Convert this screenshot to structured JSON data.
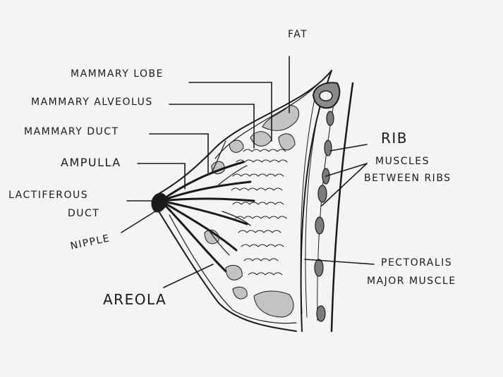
{
  "labels": {
    "fat": "FAT",
    "mammary_lobe": "MAMMARY LOBE",
    "mammary_alveolus": "MAMMARY ALVEOLUS",
    "mammary_duct": "MAMMARY DUCT",
    "ampulla": "AMPULLA",
    "lactiferous_line1": "LACTIFEROUS",
    "lactiferous_line2": "DUCT",
    "nipple": "NIPPLE",
    "areola": "AREOLA",
    "rib": "RIB",
    "muscles_line1": "MUSCLES",
    "muscles_line2": "BETWEEN RIBS",
    "pectoralis_line1": "PECTORALIS",
    "pectoralis_line2": "MAJOR MUSCLE"
  },
  "colors": {
    "ink": "#1a1a1a",
    "shading": "#8a8a8a",
    "rib_fill": "#7c7c7c",
    "paper": "#f4f4f2"
  }
}
